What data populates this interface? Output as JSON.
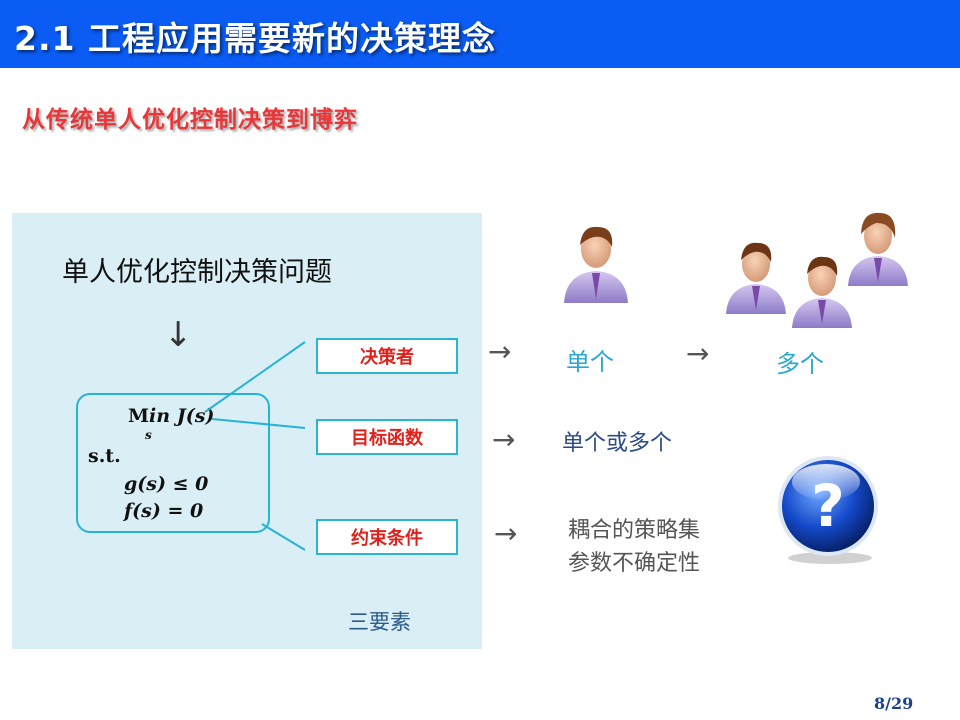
{
  "slide": {
    "title": "2.1 工程应用需要新的决策理念",
    "subtitle": "从传统单人优化控制决策到博弈",
    "page_number": "8/29"
  },
  "panel": {
    "heading": "单人优化控制决策问题",
    "arrow": "↓",
    "formula": {
      "line1_prefix": "M",
      "line1_in": "in",
      "line1_func": " J(s)",
      "line1_sub": "s",
      "line2": "s.t.",
      "line3": "g(s) ≤ 0",
      "line4": "f(s) = 0"
    },
    "labels": {
      "decision_maker": "决策者",
      "objective": "目标函数",
      "constraint": "约束条件"
    },
    "footer": "三要素"
  },
  "right": {
    "arrow": "→",
    "single": "单个",
    "multiple": "多个",
    "single_or_multiple": "单个或多个",
    "coupled_line1": "耦合的策略集",
    "coupled_line2": "参数不确定性"
  },
  "icons": {
    "single_person": "person-icon",
    "group": "people-group-icon",
    "question": "question-mark-icon"
  },
  "colors": {
    "title_bar": "#0a5cf5",
    "subtitle": "#e8373a",
    "panel_bg": "#daeef5",
    "accent": "#2ab4d8",
    "label_text": "#e0211b"
  }
}
